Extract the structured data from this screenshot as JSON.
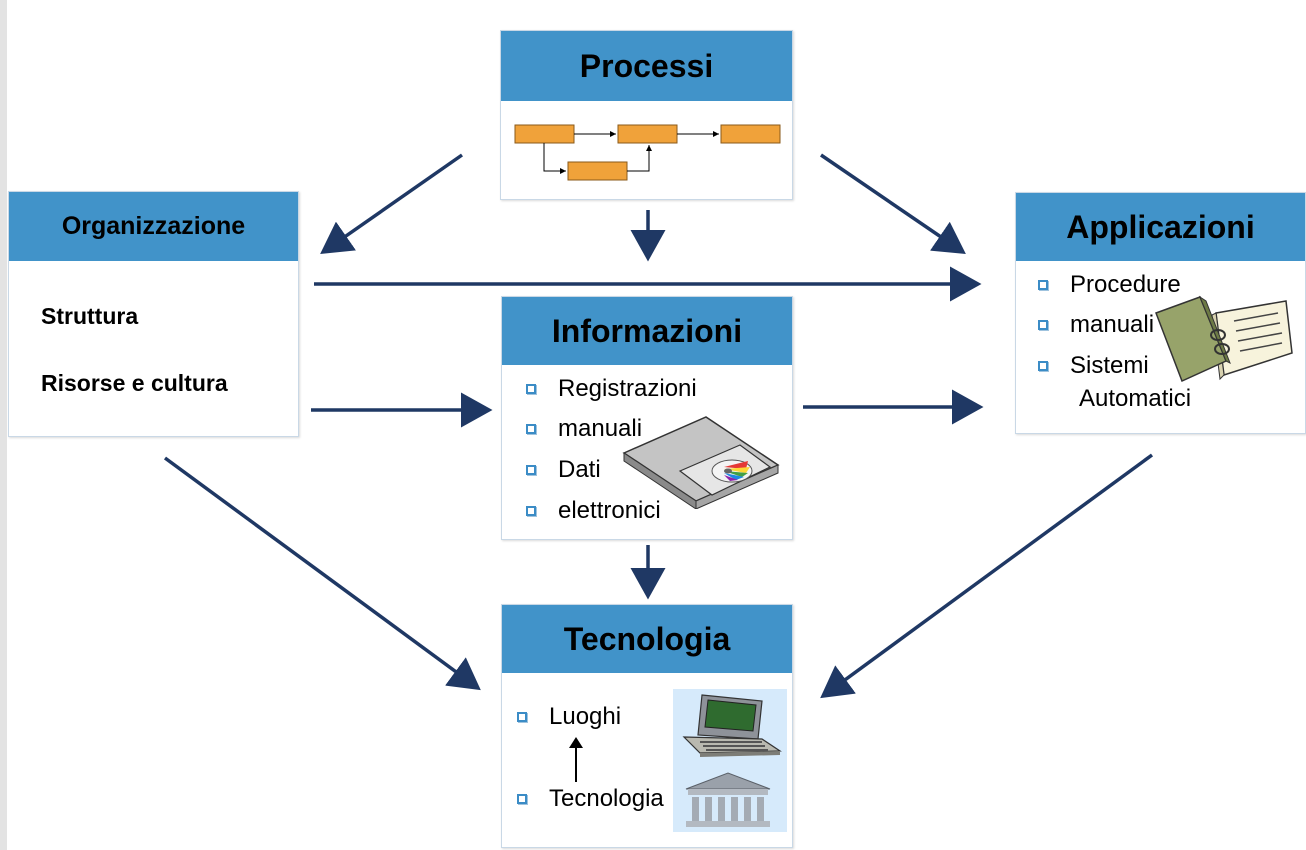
{
  "processi": {
    "title": "Processi"
  },
  "organizzazione": {
    "title": "Organizzazione",
    "items": [
      "Struttura",
      "Risorse e cultura"
    ]
  },
  "informazioni": {
    "title": "Informazioni",
    "items": [
      "Registrazioni",
      "manuali",
      "Dati",
      "elettronici"
    ]
  },
  "applicazioni": {
    "title": "Applicazioni",
    "items": [
      "Procedure",
      "manuali",
      "Sistemi",
      "Automatici"
    ]
  },
  "tecnologia": {
    "title": "Tecnologia",
    "items": [
      "Luoghi",
      "Tecnologia"
    ]
  },
  "colors": {
    "header": "#4193c9",
    "arrow": "#1f3864",
    "flow_box": "#f0a23a",
    "bullet": "#3b8cc6"
  },
  "icons": [
    "process-flow-icon",
    "cd-drive-icon",
    "binder-book-icon",
    "laptop-icon",
    "building-icon"
  ]
}
